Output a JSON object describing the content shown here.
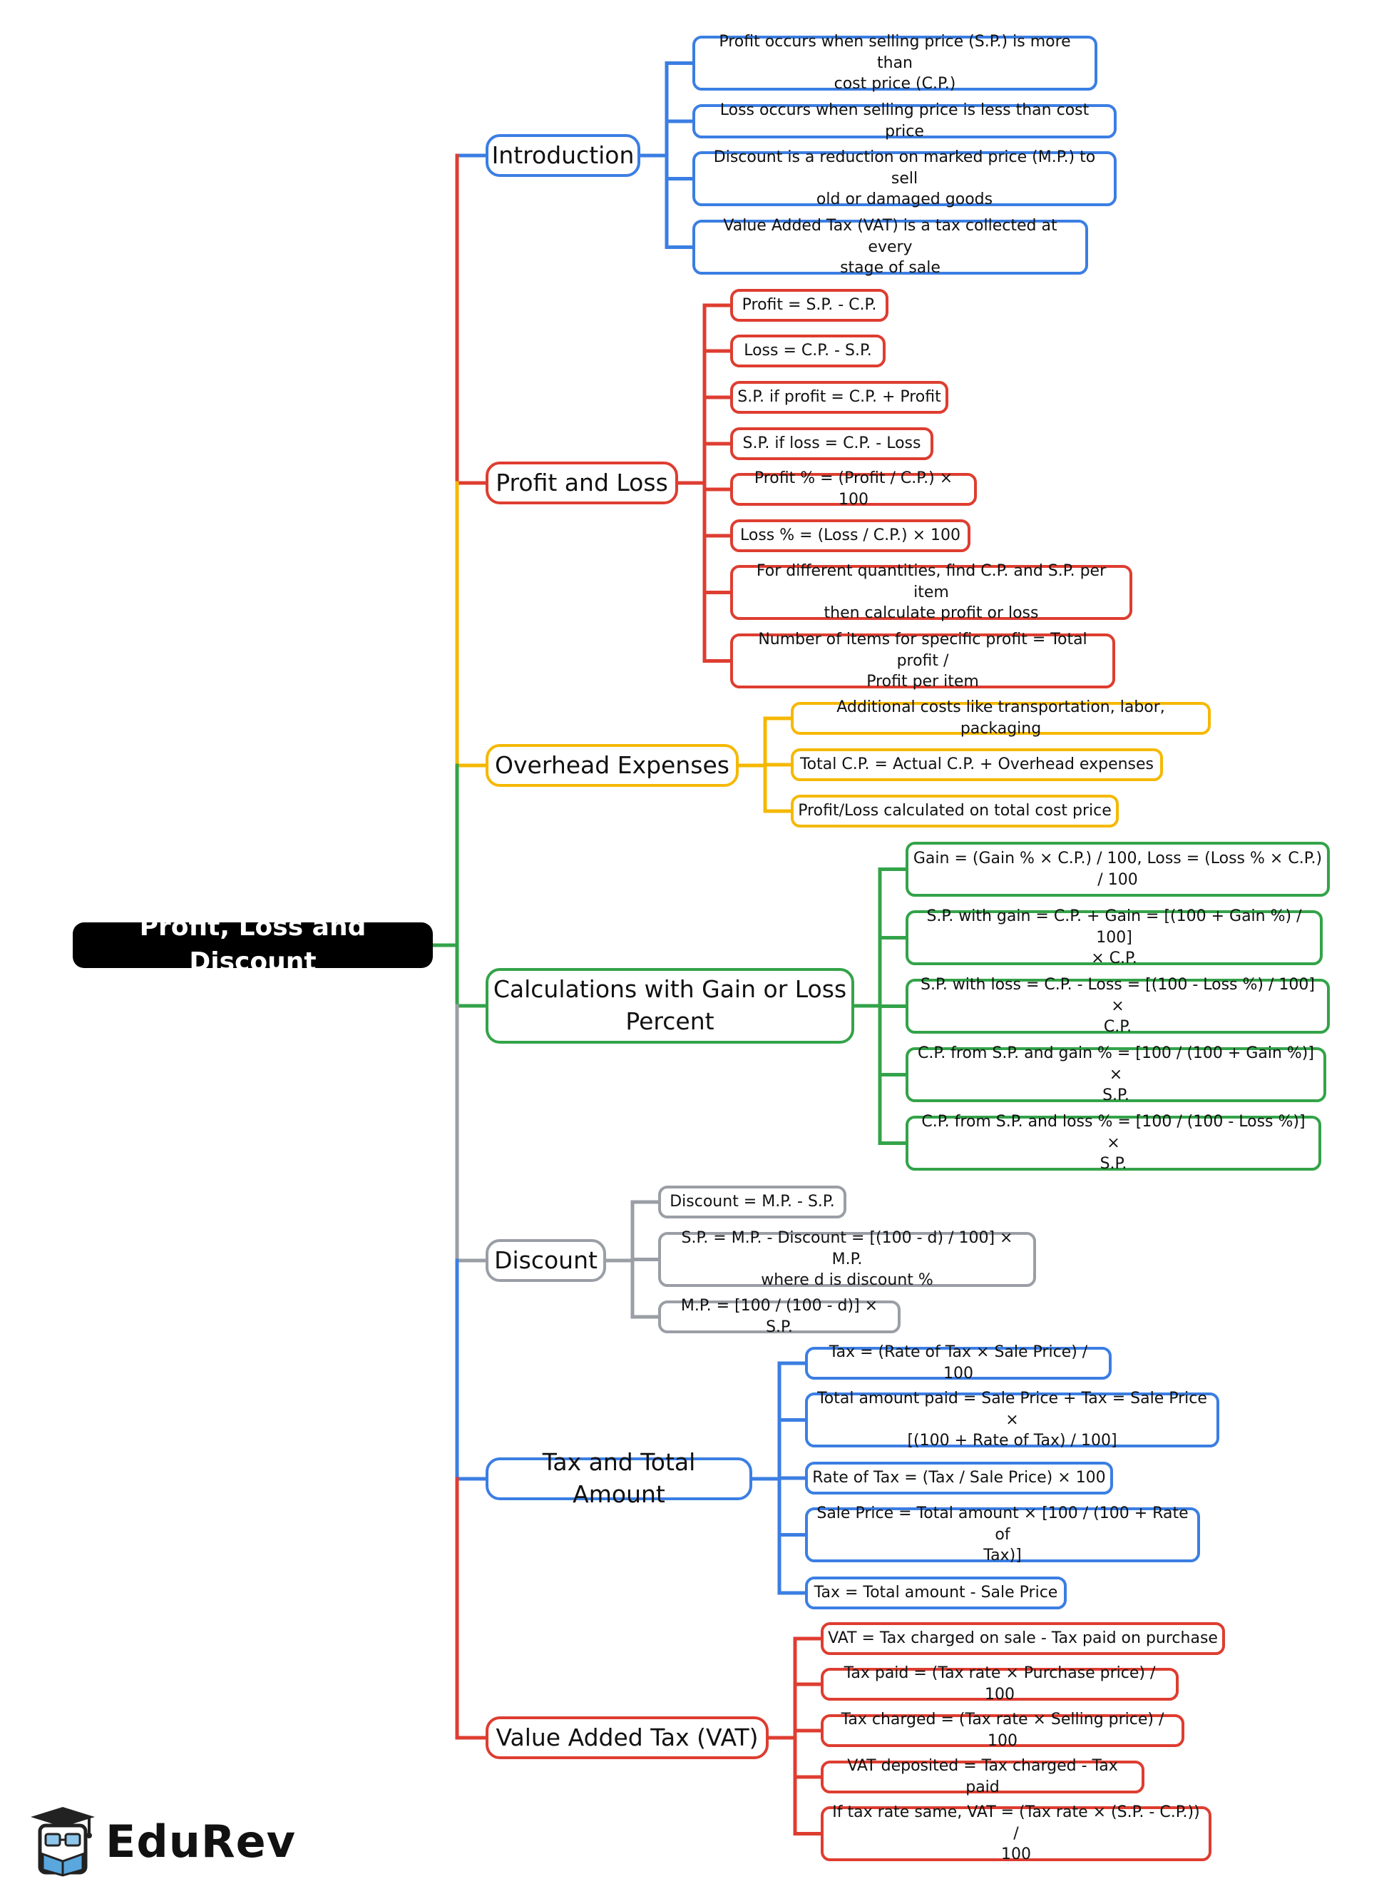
{
  "root": "Profit, Loss and Discount",
  "colors": {
    "blue": "#3b7ee3",
    "red": "#de3d30",
    "yellow": "#f5b800",
    "green": "#33a349",
    "gray": "#9a9ea5",
    "root_bg": "#000000"
  },
  "branches": [
    {
      "id": "intro",
      "label": "Introduction",
      "color": "blue",
      "children": [
        "Profit occurs when selling price (S.P.) is more than\ncost price (C.P.)",
        "Loss occurs when selling price is less than cost price",
        "Discount is a reduction on marked price (M.P.) to sell\nold or damaged goods",
        "Value Added Tax (VAT) is a tax collected at every\nstage of sale"
      ]
    },
    {
      "id": "pl",
      "label": "Profit and Loss",
      "color": "red",
      "children": [
        "Profit = S.P. - C.P.",
        "Loss = C.P. - S.P.",
        "S.P. if profit = C.P. + Profit",
        "S.P. if loss = C.P. - Loss",
        "Profit % = (Profit / C.P.) × 100",
        "Loss % = (Loss / C.P.) × 100",
        "For different quantities, find C.P. and S.P. per item\nthen calculate profit or loss",
        "Number of items for specific profit = Total profit /\nProfit per item"
      ]
    },
    {
      "id": "oh",
      "label": "Overhead Expenses",
      "color": "yellow",
      "children": [
        "Additional costs like transportation, labor, packaging",
        "Total C.P. = Actual C.P. + Overhead expenses",
        "Profit/Loss calculated on total cost price"
      ]
    },
    {
      "id": "calc",
      "label": "Calculations with Gain or Loss\nPercent",
      "color": "green",
      "children": [
        "Gain = (Gain % × C.P.) / 100, Loss = (Loss % × C.P.)\n/ 100",
        "S.P. with gain = C.P. + Gain = [(100 + Gain %) / 100]\n× C.P.",
        "S.P. with loss = C.P. - Loss = [(100 - Loss %) / 100] ×\nC.P.",
        "C.P. from S.P. and gain % = [100 / (100 + Gain %)] ×\nS.P.",
        "C.P. from S.P. and loss % = [100 / (100 - Loss %)] ×\nS.P."
      ]
    },
    {
      "id": "disc",
      "label": "Discount",
      "color": "gray",
      "children": [
        "Discount = M.P. - S.P.",
        "S.P. = M.P. - Discount = [(100 - d) / 100] × M.P.\nwhere d is discount %",
        "M.P. = [100 / (100 - d)] × S.P."
      ]
    },
    {
      "id": "tax",
      "label": "Tax and Total Amount",
      "color": "blue",
      "children": [
        "Tax = (Rate of Tax × Sale Price) / 100",
        "Total amount paid = Sale Price + Tax = Sale Price ×\n[(100 + Rate of Tax) / 100]",
        "Rate of Tax = (Tax / Sale Price) × 100",
        "Sale Price = Total amount × [100 / (100 + Rate of\nTax)]",
        "Tax = Total amount - Sale Price"
      ]
    },
    {
      "id": "vat",
      "label": "Value Added Tax (VAT)",
      "color": "red",
      "children": [
        "VAT = Tax charged on sale - Tax paid on purchase",
        "Tax paid = (Tax rate × Purchase price) / 100",
        "Tax charged = (Tax rate × Selling price) / 100",
        "VAT deposited = Tax charged - Tax paid",
        "If tax rate same, VAT = (Tax rate × (S.P. - C.P.)) /\n100"
      ]
    }
  ],
  "logo": {
    "text": "EduRev",
    "icon": "graduation-cap-book-icon"
  }
}
